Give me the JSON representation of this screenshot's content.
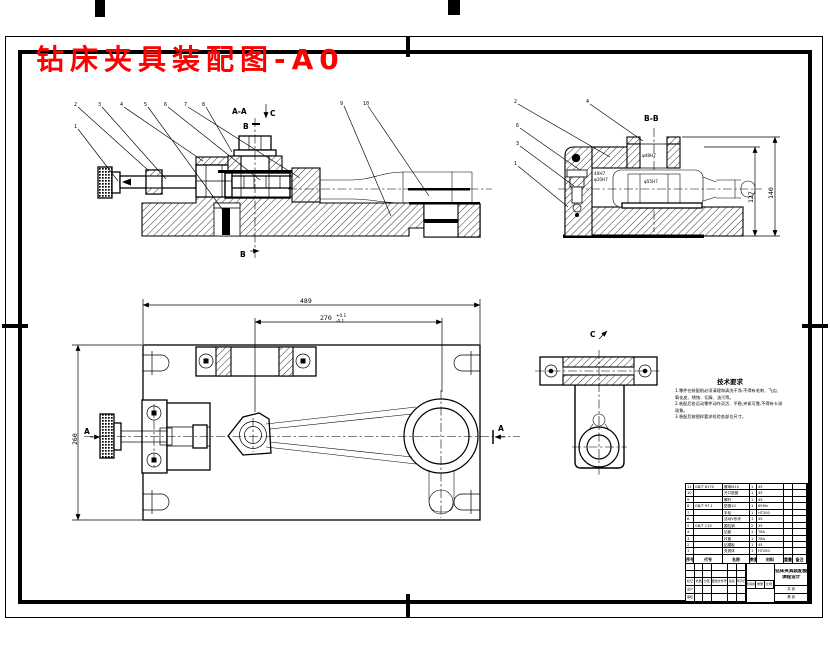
{
  "title": {
    "text": "钻床夹具装配图-A0",
    "color": "#ff0000"
  },
  "views": {
    "front": {
      "label": "A-A",
      "b_top": "B",
      "b_bottom": "B",
      "c_dir": "C",
      "balloons": [
        "1",
        "2",
        "3",
        "4",
        "5",
        "6",
        "7",
        "8",
        "9",
        "10"
      ]
    },
    "section_bb": {
      "label": "B-B",
      "dim_height_inner": "127",
      "dim_height_overall": "140",
      "fit_bushing": "φ48H7",
      "fit_bore": "φ55H7",
      "fit_left_top": "40H7",
      "fit_left_bottom": "φ10H7",
      "balloons": [
        "2",
        "6",
        "3",
        "1",
        "4"
      ]
    },
    "plan": {
      "dim_width": "489",
      "dim_centers": "270",
      "tol_up": "+0.1",
      "tol_dn": "-0.1",
      "dim_depth": "260",
      "datum_left": "A",
      "datum_right": "A"
    },
    "view_c": {
      "label": "C"
    }
  },
  "tech_requirements": {
    "heading": "技术要求",
    "items": [
      "1.零件在装配前必须清理和清洗干净,不得有毛刺、飞边、氧化皮、锈蚀、切屑、油污等。",
      "2.装配后各运动零件动作灵活、平稳,夹紧可靠,不得有卡滞现象。",
      "3.装配后按图样要求检验各部位尺寸。"
    ]
  },
  "bom": {
    "headers": [
      "序号",
      "代号",
      "名称",
      "数量",
      "材料",
      "重量",
      "备注"
    ],
    "rows": [
      [
        "11",
        "GB/T 6170",
        "螺母M10",
        "1",
        "45",
        "",
        ""
      ],
      [
        "10",
        "",
        "开口垫圈",
        "1",
        "45",
        "",
        ""
      ],
      [
        "9",
        "",
        "螺杆",
        "1",
        "45",
        "",
        ""
      ],
      [
        "8",
        "GB/T 97.1",
        "垫圈10",
        "1",
        "65Mn",
        "",
        ""
      ],
      [
        "7",
        "",
        "手轮",
        "1",
        "HT200",
        "",
        ""
      ],
      [
        "6",
        "",
        "活动V形块",
        "1",
        "45",
        "",
        ""
      ],
      [
        "5",
        "GB/T 119",
        "圆柱销",
        "2",
        "35",
        "",
        ""
      ],
      [
        "4",
        "",
        "钻套",
        "1",
        "T8A",
        "",
        ""
      ],
      [
        "3",
        "",
        "衬套",
        "1",
        "T8A",
        "",
        ""
      ],
      [
        "2",
        "",
        "钻模板",
        "1",
        "45",
        "",
        ""
      ],
      [
        "1",
        "",
        "夹具体",
        "1",
        "HT200",
        "",
        ""
      ]
    ]
  },
  "title_block": {
    "left_labels": [
      "标记",
      "处数",
      "分区",
      "更改文件号",
      "签名",
      "年月日"
    ],
    "roles": [
      "设计",
      "审核"
    ],
    "mid_labels": [
      "阶段标记",
      "重量",
      "比例"
    ],
    "title_lines": [
      "钻床夹具装配图",
      "课程设计"
    ],
    "sheet_info": [
      "共 张",
      "第 张"
    ]
  }
}
